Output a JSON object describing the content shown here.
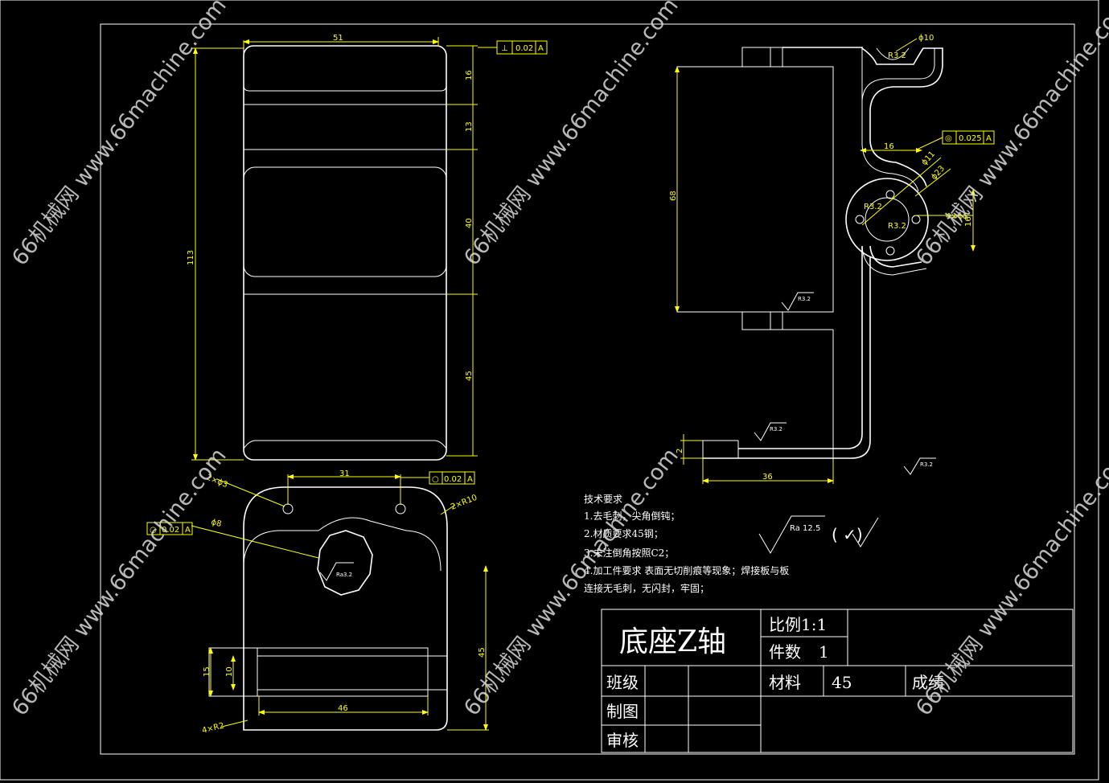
{
  "watermark": {
    "text": "66机械网 www.66machine.com",
    "color": "#d9d9d9"
  },
  "colors": {
    "background": "#000000",
    "outline": "#ffffff",
    "dimension": "#ffff00"
  },
  "front_view": {
    "width_dim": "51",
    "height_dim": "113",
    "segments": [
      "16",
      "13",
      "40",
      "45"
    ],
    "tolerance": {
      "symbol": "⊥",
      "value": "0.02",
      "datum": "A"
    }
  },
  "side_view": {
    "height_dim": "68",
    "length_dim": "36",
    "thickness_dim": "2",
    "horizontal_dim": "16",
    "hole_top": "ϕ10",
    "hole_dim1": "ϕ11",
    "hole_dim2": "ϕ23",
    "hole_pattern": "4×ϕ5",
    "offset_dim": "16",
    "tolerance": {
      "symbol": "◎",
      "value": "0.025",
      "datum": "A"
    },
    "roughness_labels": [
      "R3.2",
      "R3.2",
      "R3.2",
      "R3.2",
      "R3.2",
      "R3.2"
    ]
  },
  "bottom_view": {
    "hole_spacing": "31",
    "holes_label": "2×ϕ3",
    "radius_label": "2×R10",
    "center_hole": "ϕ8",
    "slot_width": "46",
    "height_dim": "45",
    "slot_dim_outer": "15",
    "slot_dim_inner": "10",
    "corner_label": "4×R2",
    "roughness": "Ra3.2",
    "tolerance_flat": {
      "symbol": "○",
      "value": "0.02",
      "datum": "A"
    },
    "tolerance_center": {
      "symbol": "○",
      "value": "0.02",
      "datum": "A"
    }
  },
  "tech_requirements": {
    "title": "技术要求",
    "items": [
      "1.去毛刺，尖角倒钝；",
      "2.材质要求45钢；",
      "3.未注倒角按照C2；",
      "4.加工件要求 表面无切削痕等现象；焊接板与板",
      "连接无毛刺，无闪封，牢固；"
    ]
  },
  "surface_note": {
    "roughness": "Ra 12.5",
    "bracket": "(   ✓)"
  },
  "title_block": {
    "part_name": "底座Z轴",
    "scale_label": "比例1:1",
    "count_label": "件数",
    "count_value": "1",
    "material_label": "材料",
    "material_value": "45",
    "grade_label": "成绩",
    "class_label": "班级",
    "drawn_label": "制图",
    "review_label": "审核"
  }
}
